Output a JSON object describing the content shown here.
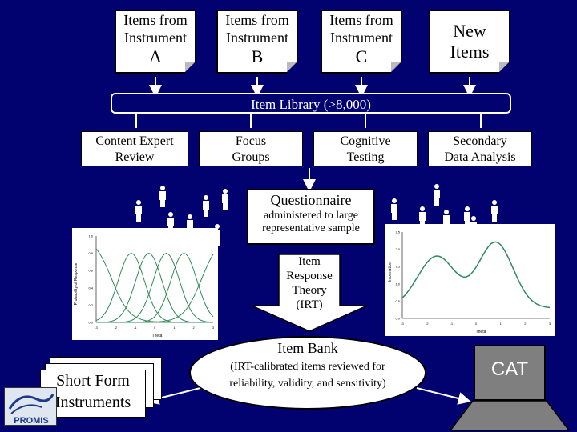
{
  "instruments": [
    {
      "line1": "Items from",
      "line2": "Instrument",
      "letter": "A"
    },
    {
      "line1": "Items from",
      "line2": "Instrument",
      "letter": "B"
    },
    {
      "line1": "Items from",
      "line2": "Instrument",
      "letter": "C"
    }
  ],
  "new_items": {
    "line1": "New",
    "line2": "Items"
  },
  "library": "Item Library (>8,000)",
  "methods": [
    {
      "line1": "Content Expert",
      "line2": "Review"
    },
    {
      "line1": "Focus",
      "line2": "Groups"
    },
    {
      "line1": "Cognitive",
      "line2": "Testing"
    },
    {
      "line1": "Secondary",
      "line2": "Data Analysis"
    }
  ],
  "questionnaire": {
    "title": "Questionnaire",
    "line1": "administered to large",
    "line2": "representative sample"
  },
  "irt": {
    "line1": "Item",
    "line2": "Response",
    "line3": "Theory",
    "line4": "(IRT)"
  },
  "item_bank": {
    "title": "Item Bank",
    "line1": "(IRT-calibrated items reviewed for",
    "line2": "reliability, validity, and sensitivity)"
  },
  "short_form": {
    "line1": "Short Form",
    "line2": "Instruments"
  },
  "cat": "CAT",
  "logo": "PROMIS",
  "left_chart": {
    "ylabel": "Probability of Response",
    "xlabel": "Theta",
    "xticks": [
      "-3",
      "-2",
      "-1",
      "0",
      "1",
      "2",
      "3"
    ],
    "yticks": [
      "1.0",
      "0.8",
      "0.6",
      "0.4",
      "0.2",
      "0.0"
    ],
    "color": "#2e8b57"
  },
  "right_chart": {
    "ylabel": "Information",
    "xlabel": "Theta",
    "xticks": [
      "-3",
      "-2",
      "-1",
      "0",
      "1",
      "2",
      "3"
    ],
    "yticks": [
      "2.5",
      "2.0",
      "1.5",
      "1.0",
      "0.5",
      "0.0"
    ],
    "color": "#2e8b57"
  }
}
